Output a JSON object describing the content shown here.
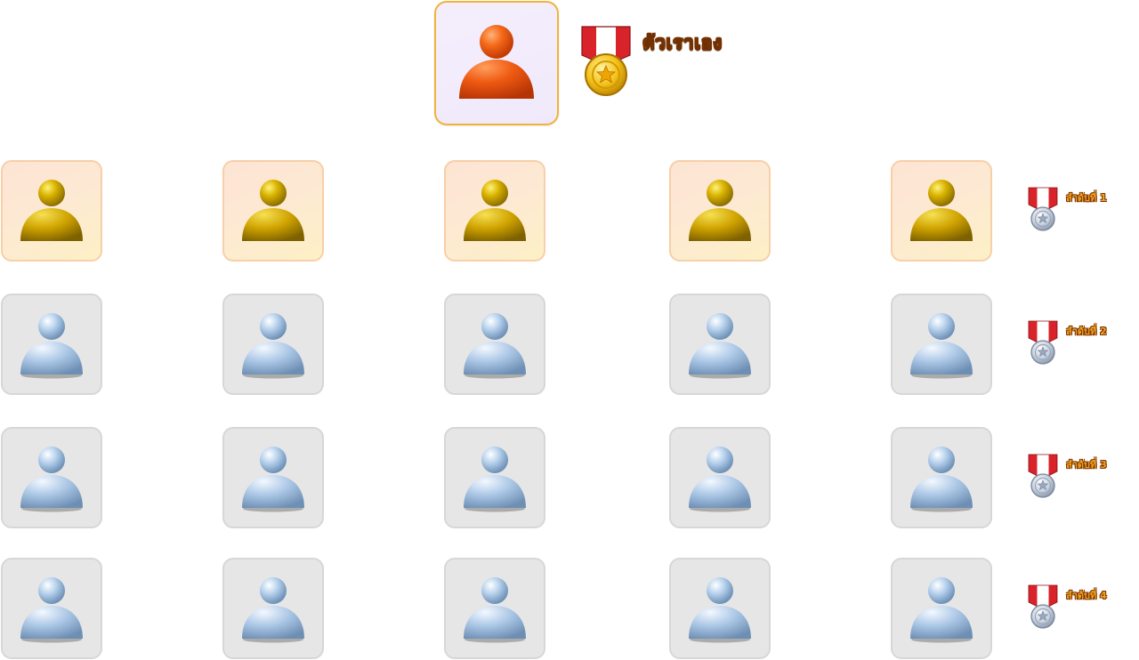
{
  "self": {
    "label": "ตัวเราเอง",
    "avatar_icon": "user-avatar-orange-icon",
    "medal_icon": "gold-medal-icon"
  },
  "ranks": [
    {
      "label": "ลำดับที่ 1",
      "tier": "gold",
      "medal_icon": "silver-medal-icon",
      "avatars": 5
    },
    {
      "label": "ลำดับที่ 2",
      "tier": "silver",
      "medal_icon": "silver-medal-icon",
      "avatars": 5
    },
    {
      "label": "ลำดับที่ 3",
      "tier": "silver",
      "medal_icon": "silver-medal-icon",
      "avatars": 5
    },
    {
      "label": "ลำดับที่ 4",
      "tier": "silver",
      "medal_icon": "silver-medal-icon",
      "avatars": 5
    }
  ],
  "colors": {
    "gold_avatar": "#d4a900",
    "silver_avatar": "#a9c6e4",
    "self_avatar": "#f05a10",
    "label_fill": "#f3a51d",
    "label_outline": "#7a3505"
  }
}
